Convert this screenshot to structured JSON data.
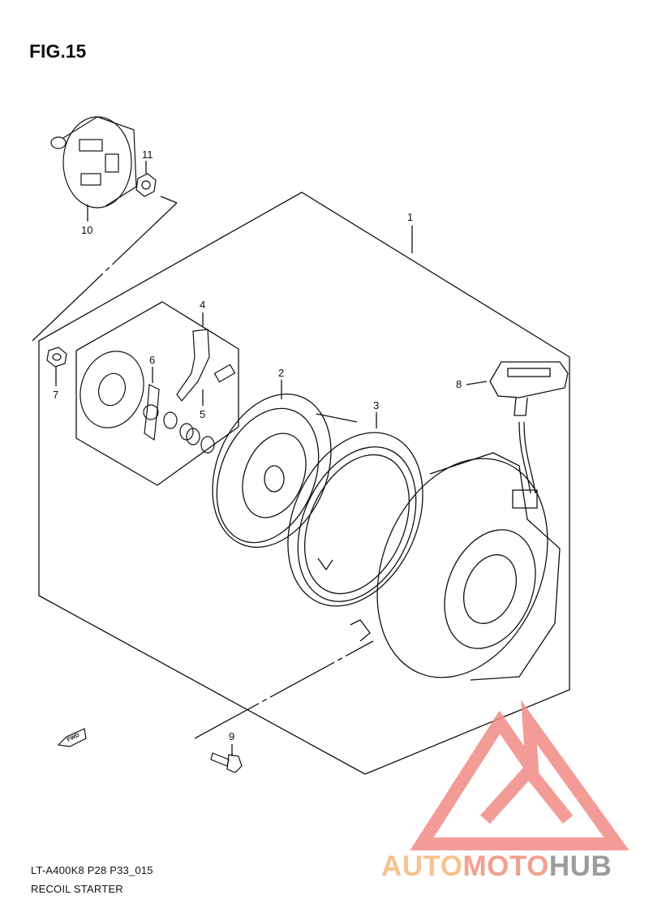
{
  "figure": {
    "title": "FIG.15",
    "model_code": "LT-A400K8 P28 P33_015",
    "name": "RECOIL STARTER"
  },
  "parts": [
    {
      "number": "1"
    },
    {
      "number": "2"
    },
    {
      "number": "3"
    },
    {
      "number": "4"
    },
    {
      "number": "5"
    },
    {
      "number": "6"
    },
    {
      "number": "7"
    },
    {
      "number": "8"
    },
    {
      "number": "9"
    },
    {
      "number": "10"
    },
    {
      "number": "11"
    }
  ],
  "direction_label": "FWD",
  "watermark": {
    "brand_part1": "AUTO",
    "brand_part2": "MOTO",
    "brand_part3": "HUB",
    "colors": {
      "triangle": "#f28b86",
      "auto": "#f8c28e",
      "moto": "#f3a08f",
      "hub": "#9c9c9c"
    }
  }
}
